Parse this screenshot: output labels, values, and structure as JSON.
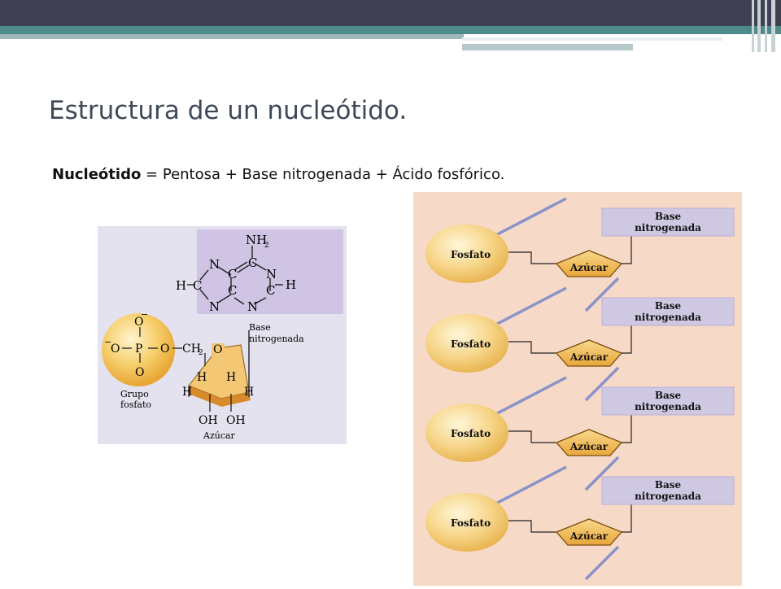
{
  "slide": {
    "title": "Estructura de un nucleótido.",
    "subtitle": {
      "bold": "Nucleótido",
      "rest": " = Pentosa + Base nitrogenada + Ácido fosfórico."
    }
  },
  "figure1": {
    "base_label_1": "Base",
    "base_label_2": "nitrogenada",
    "phosphate_label_1": "Grupo",
    "phosphate_label_2": "fosfato",
    "sugar_label": "Azúcar",
    "atoms": {
      "nh2": "NH",
      "nh2_sub": "2",
      "n": "N",
      "c": "C",
      "h": "H",
      "o": "O",
      "p": "P",
      "o_minus": "O",
      "ch2": "CH",
      "ch2_sub": "2",
      "oh": "OH",
      "minus": "−"
    }
  },
  "figure2": {
    "units": [
      {
        "phosphate": "Fosfato",
        "sugar": "Azúcar",
        "base_1": "Base",
        "base_2": "nitrogenada"
      },
      {
        "phosphate": "Fosfato",
        "sugar": "Azúcar",
        "base_1": "Base",
        "base_2": "nitrogenada"
      },
      {
        "phosphate": "Fosfato",
        "sugar": "Azúcar",
        "base_1": "Base",
        "base_2": "nitrogenada"
      },
      {
        "phosphate": "Fosfato",
        "sugar": "Azúcar",
        "base_1": "Base",
        "base_2": "nitrogenada"
      }
    ]
  },
  "colors": {
    "topbar": "#3f4152",
    "band": "#4f8a8b",
    "title": "#3f4857",
    "panel1_bg": "#e4e2ee",
    "base_box": "#cfc4e4",
    "panel2_bg": "#f6d9c6",
    "sphere": "#f2c96a",
    "sugar": "#f3c774",
    "strand": "#8a93c9"
  }
}
